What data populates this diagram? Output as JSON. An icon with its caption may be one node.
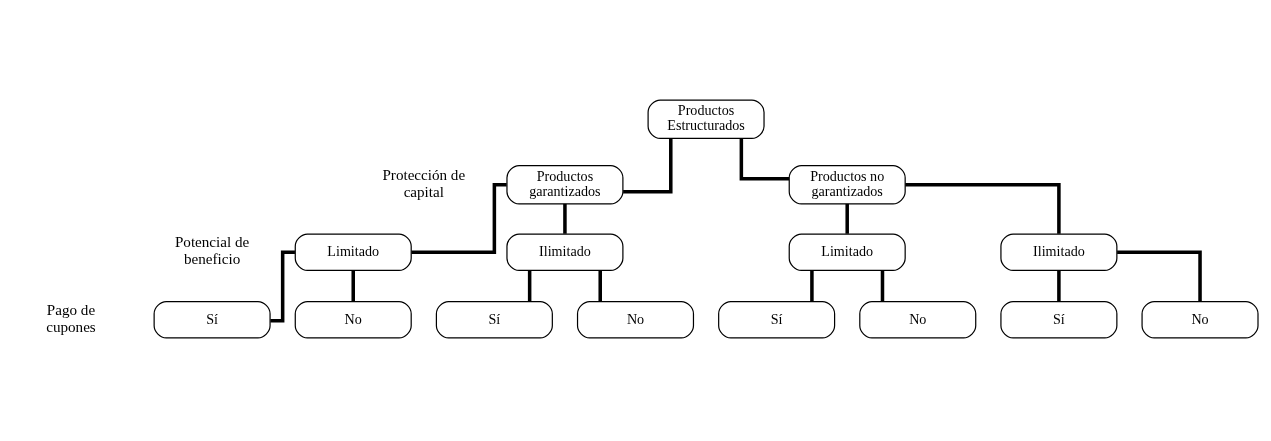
{
  "diagram": {
    "nodes": [
      {
        "text": [
          "Productos Estructurados"
        ]
      },
      {
        "text": [
          "Productos garantizados"
        ]
      },
      {
        "text": [
          "Productos no garantizados"
        ]
      },
      {
        "text": [
          "Limitado"
        ]
      },
      {
        "text": [
          "Ilimitado"
        ]
      },
      {
        "text": [
          "Limitado"
        ]
      },
      {
        "text": [
          "Ilimitado"
        ]
      },
      {
        "text": [
          "Sí"
        ]
      },
      {
        "text": [
          "No"
        ]
      },
      {
        "text": [
          "Sí"
        ]
      },
      {
        "text": [
          "No"
        ]
      },
      {
        "text": [
          "Sí"
        ]
      },
      {
        "text": [
          "No"
        ]
      },
      {
        "text": [
          "Sí"
        ]
      },
      {
        "text": [
          "No"
        ]
      }
    ],
    "edges": [
      {
        "from": 0,
        "to": 1,
        "arrow": "none"
      },
      {
        "from": 0,
        "to": 2,
        "arrow": "none"
      },
      {
        "from": 1,
        "to": 3,
        "arrow": "none"
      },
      {
        "from": 1,
        "to": 4,
        "arrow": "none"
      },
      {
        "from": 2,
        "to": 5,
        "arrow": "none"
      },
      {
        "from": 2,
        "to": 6,
        "arrow": "none"
      },
      {
        "from": 3,
        "to": 7,
        "arrow": "none"
      },
      {
        "from": 3,
        "to": 8,
        "arrow": "none"
      },
      {
        "from": 4,
        "to": 9,
        "arrow": "none"
      },
      {
        "from": 4,
        "to": 10,
        "arrow": "none"
      },
      {
        "from": 5,
        "to": 11,
        "arrow": "none"
      },
      {
        "from": 5,
        "to": 12,
        "arrow": "none"
      },
      {
        "from": 6,
        "to": 13,
        "arrow": "none"
      },
      {
        "from": 6,
        "to": 14,
        "arrow": "none"
      }
    ],
    "labels": [
      "Protección de capital",
      "Potencial de beneficio",
      "Pago de cupones"
    ]
  }
}
